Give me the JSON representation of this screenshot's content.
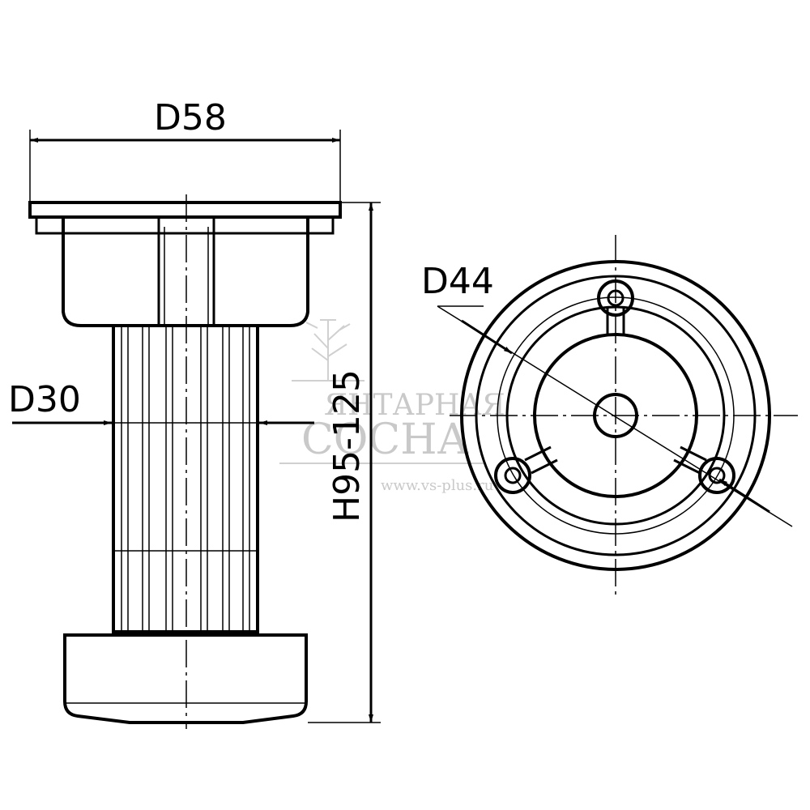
{
  "dimensions": {
    "top_diameter": "D58",
    "stem_diameter": "D30",
    "height": "H95-125",
    "mount_diameter": "D44"
  },
  "watermark": {
    "line1": "ЯНТАРНАЯ",
    "line2": "СОСНА",
    "url": "www.vs-plus.ru"
  },
  "colors": {
    "line": "#000000",
    "watermark": "#c9c9c9",
    "background": "#ffffff"
  }
}
